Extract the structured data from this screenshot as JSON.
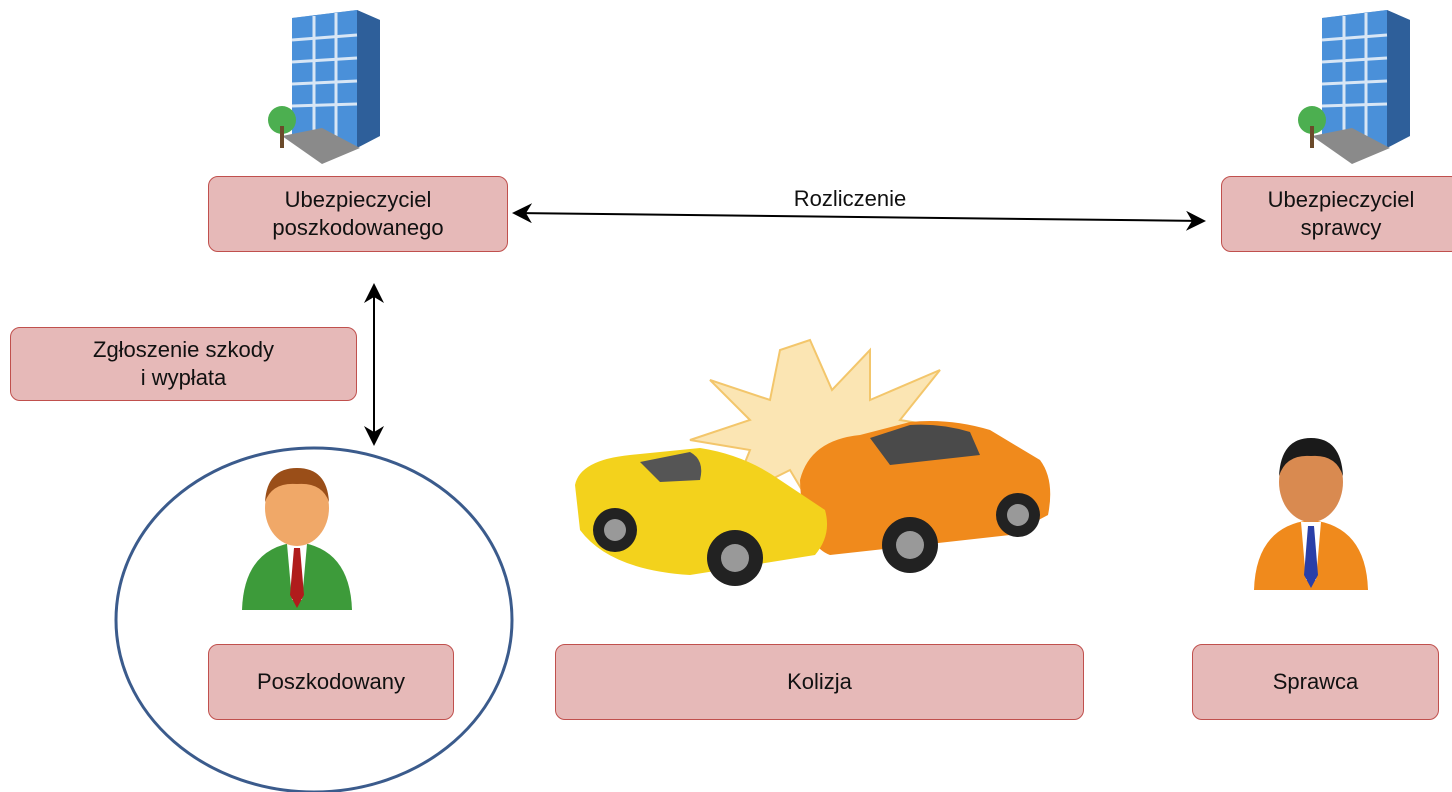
{
  "nodes": {
    "insurer_victim": "Ubezpieczyciel\nposzkodowanego",
    "insurer_perp": "Ubezpieczyciel\nsprawcy",
    "claim": "Zgłoszenie szkody\ni wypłata",
    "victim": "Poszkodowany",
    "collision": "Kolizja",
    "perpetrator": "Sprawca"
  },
  "edges": {
    "settlement": "Rozliczenie"
  },
  "icons": {
    "building_left": "office-building-icon",
    "building_right": "office-building-icon",
    "person_victim": "businessman-green-icon",
    "person_perp": "businessman-orange-icon",
    "cars": "car-crash-icon"
  },
  "colors": {
    "box_fill": "#e6b9b8",
    "box_border": "#c0504d",
    "highlight_ellipse": "#3b5b8c"
  }
}
